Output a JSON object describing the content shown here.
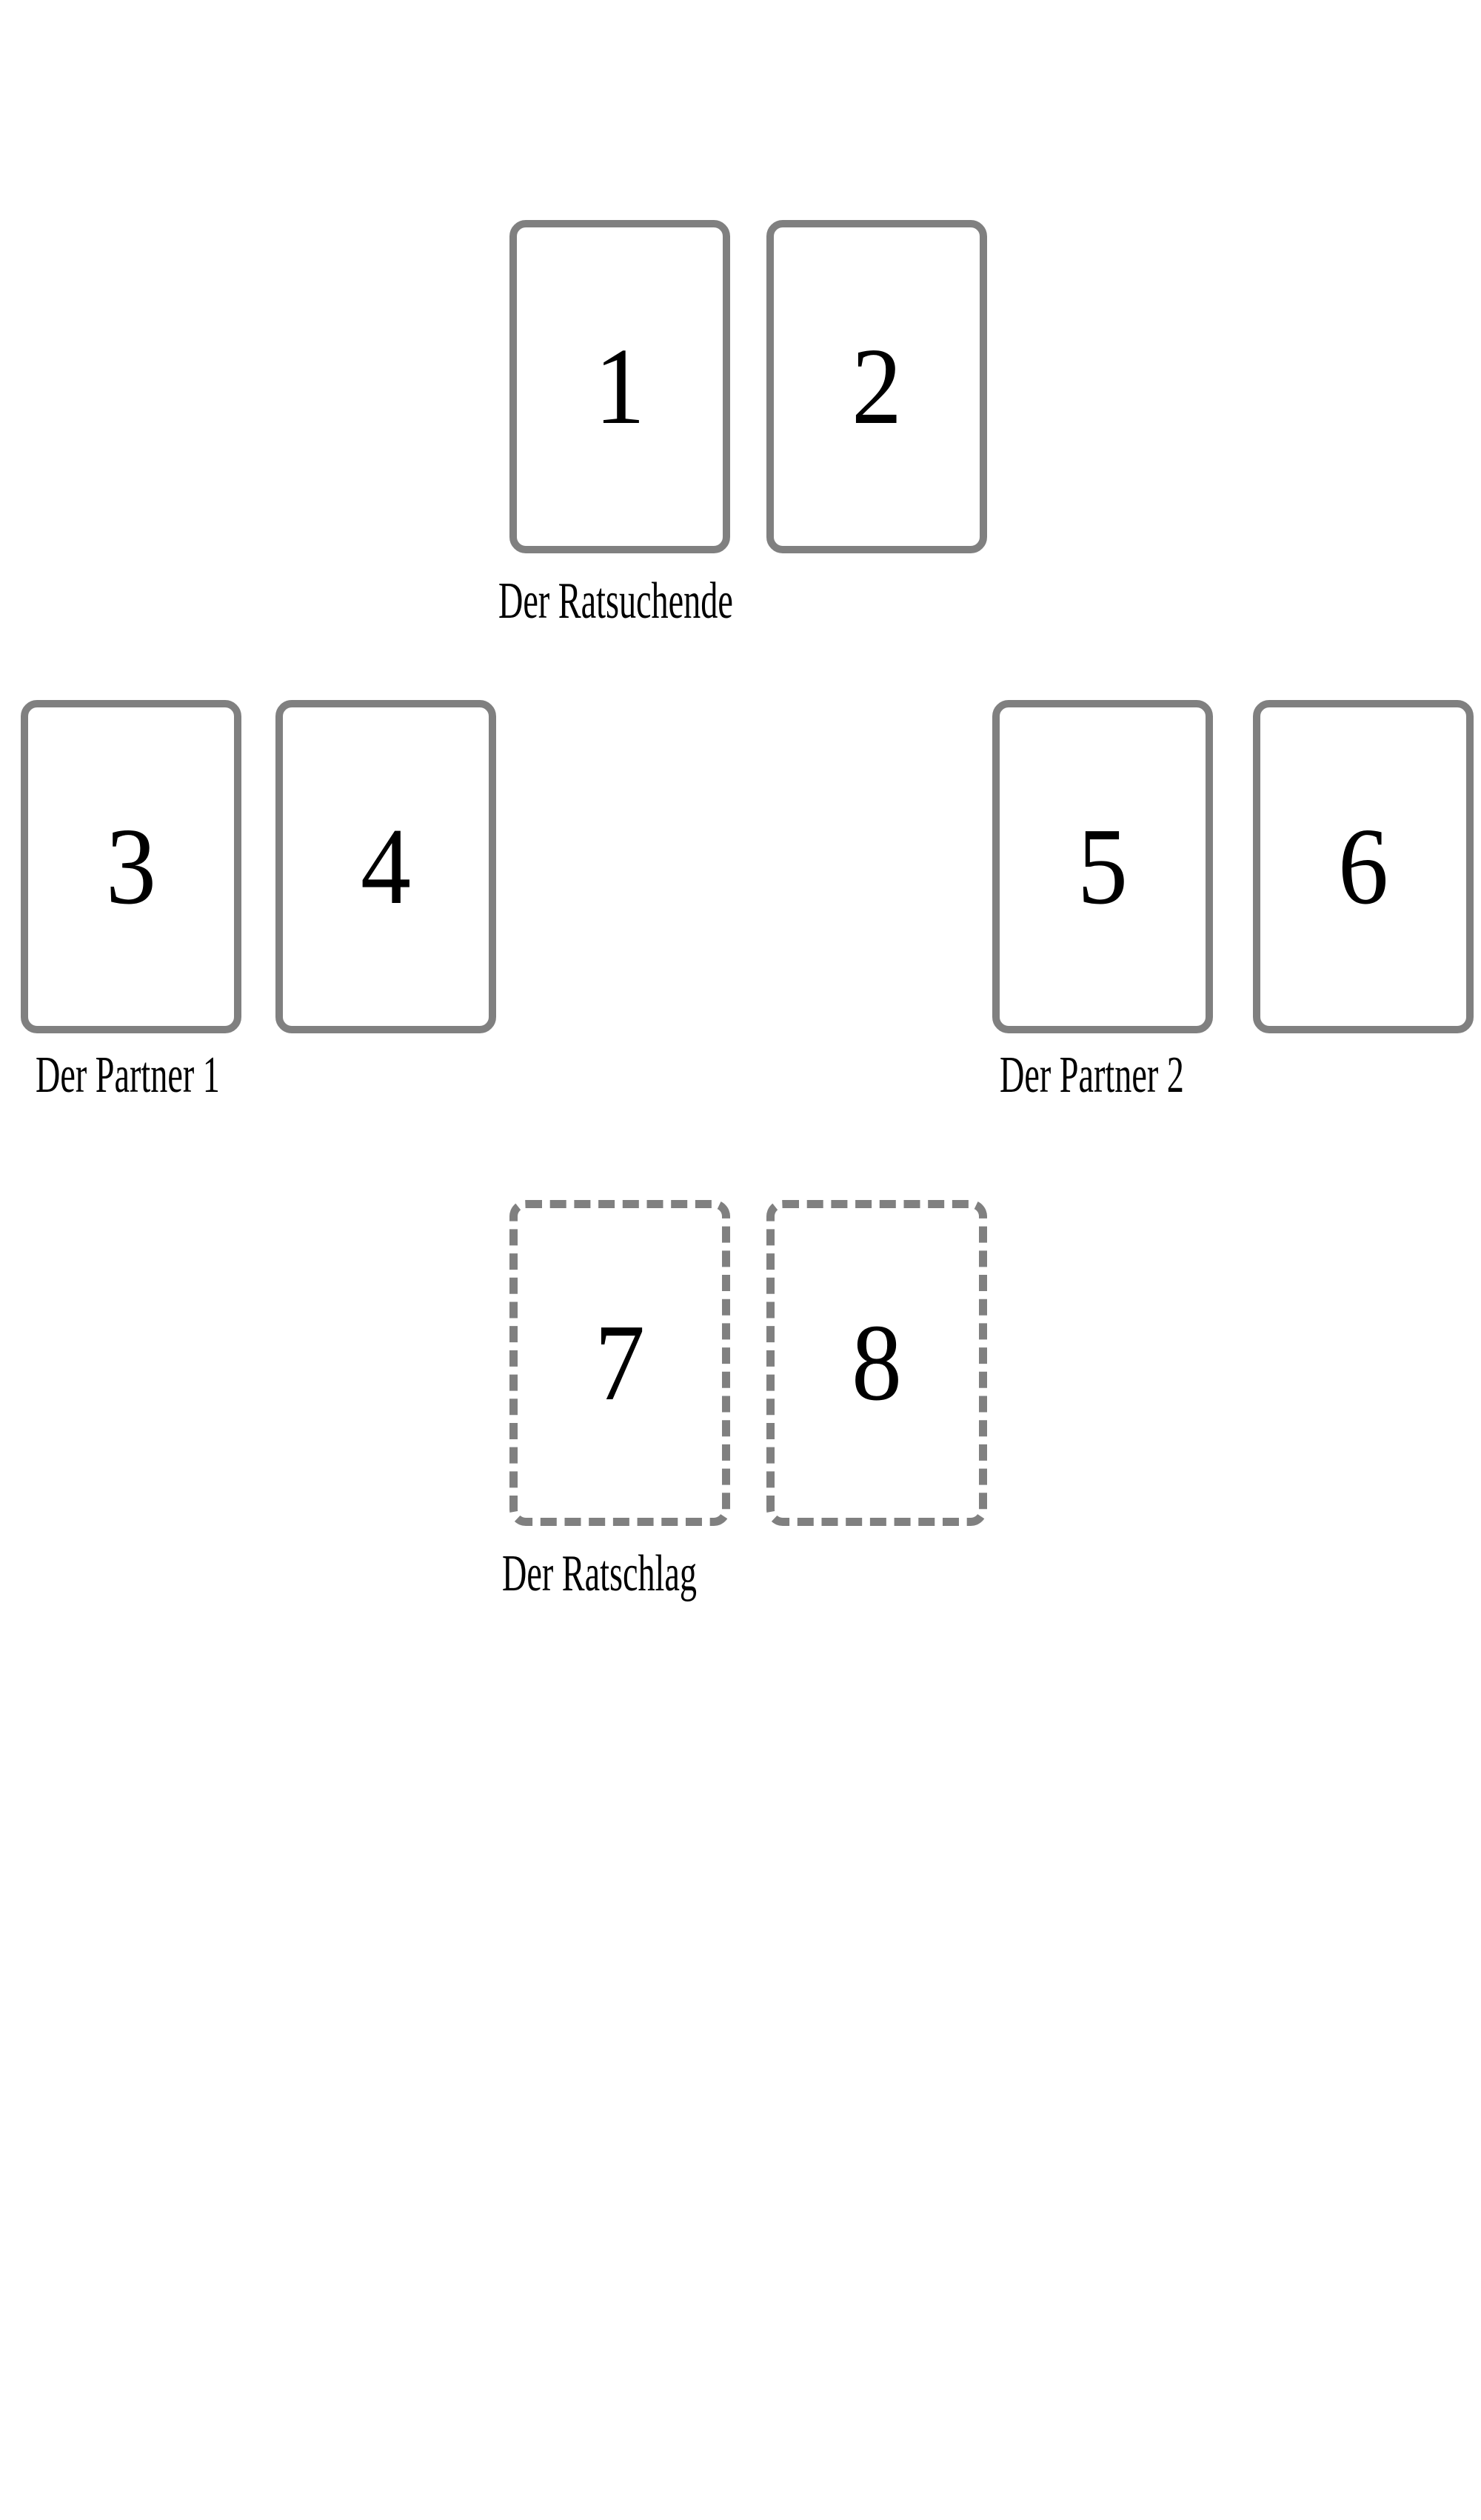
{
  "layout": {
    "title": "Tarot card spread layout",
    "background_color": "#ffffff",
    "card_border_color": "#808080",
    "number_color": "#000000",
    "label_color": "#000000"
  },
  "groups": [
    {
      "id": "ratsuchende",
      "label": "Der Ratsuchende",
      "style": "solid",
      "cards": [
        {
          "number": "1"
        },
        {
          "number": "2"
        }
      ]
    },
    {
      "id": "partner1",
      "label": "Der Partner 1",
      "style": "solid",
      "cards": [
        {
          "number": "3"
        },
        {
          "number": "4"
        }
      ]
    },
    {
      "id": "partner2",
      "label": "Der Partner 2",
      "style": "solid",
      "cards": [
        {
          "number": "5"
        },
        {
          "number": "6"
        }
      ]
    },
    {
      "id": "ratschlag",
      "label": "Der Ratschlag",
      "style": "dashed",
      "cards": [
        {
          "number": "7"
        },
        {
          "number": "8"
        }
      ]
    }
  ]
}
